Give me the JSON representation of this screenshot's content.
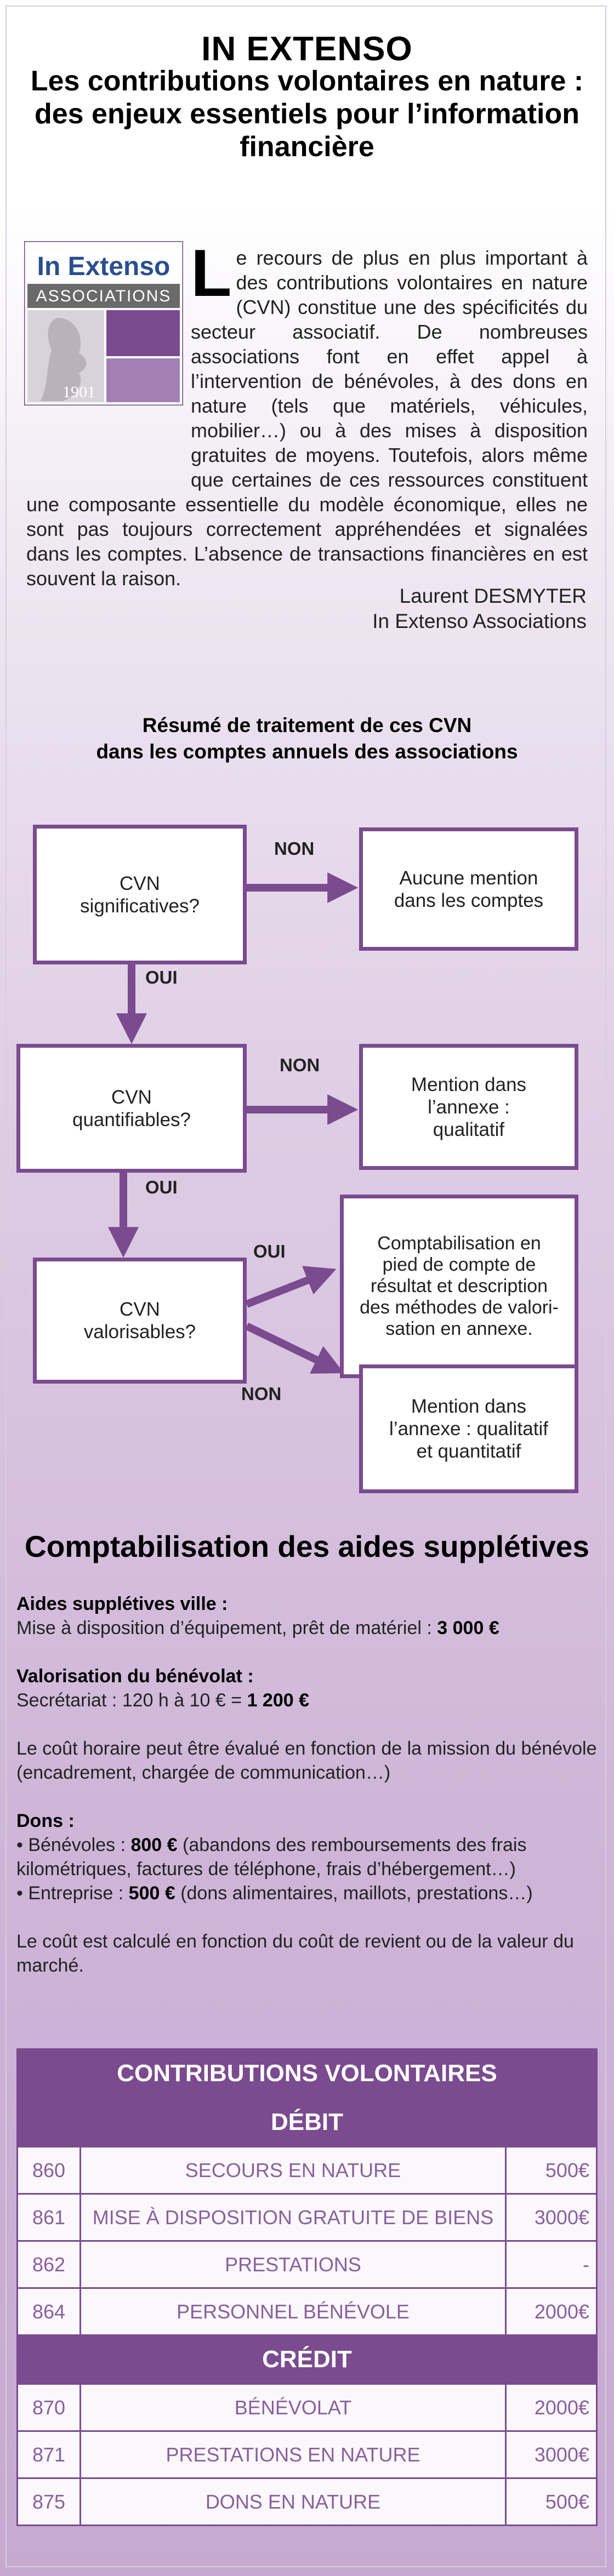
{
  "header": {
    "brand": "IN EXTENSO",
    "title": "Les contributions volontaires en nature : des enjeux essentiels pour l’information financière"
  },
  "logo": {
    "line1": "In Extenso",
    "line2": "ASSOCIATIONS",
    "year": "1901"
  },
  "intro": {
    "dropcap": "L",
    "text": "e recours de plus en plus important à des contributions volontaires en nature (CVN) constitue une des spécificités du secteur associatif. De nombreuses associations font en effet appel à l’intervention de bénévoles, à des dons en nature (tels que matériels, véhicules, mobilier…) ou à des mises à disposition gratuites de moyens. Toutefois, alors même que certaines de ces ressources constituent une composante essentielle du modèle économique, elles ne sont pas toujours correctement appréhendées et signalées dans les comptes. L’absence de transactions financières en est souvent la raison."
  },
  "signature": {
    "name": "Laurent DESMYTER",
    "org": "In Extenso Associations"
  },
  "diagram": {
    "title_line1": "Résumé de traitement de ces CVN",
    "title_line2": "dans les comptes annuels des associations",
    "q1": [
      "CVN",
      "significatives?"
    ],
    "q2": [
      "CVN",
      "quantifiables?"
    ],
    "q3": [
      "CVN",
      "valorisables?"
    ],
    "r1": [
      "Aucune mention",
      "dans les comptes"
    ],
    "r2": [
      "Mention dans",
      "l’annexe :",
      "qualitatif"
    ],
    "r3": [
      "Comptabilisation en",
      "pied de compte de",
      "résultat et description",
      "des méthodes de valori-",
      "sation en annexe."
    ],
    "r4": [
      "Mention dans",
      "l’annexe : qualitatif",
      "et quantitatif"
    ],
    "non": "NON",
    "oui": "OUI"
  },
  "section": {
    "title": "Comptabilisation des aides supplétives",
    "ville_label": "Aides supplétives ville :",
    "ville_text": "Mise à disposition d’équipement, prêt de matériel : ",
    "ville_value": "3 000 €",
    "benevolat_label": "Valorisation du bénévolat :",
    "benevolat_text": "Secrétariat : 120 h à 10 € = ",
    "benevolat_value": "1 200 €",
    "cout_horaire": "Le coût horaire peut être évalué en fonction de la mission du bénévole (encadrement, chargée de communication…)",
    "dons_label": "Dons :",
    "benevoles_prefix": "• Bénévoles : ",
    "benevoles_value": "800 €",
    "benevoles_text": " (abandons des remboursements des frais kilométriques, factures de téléphone, frais d’hébergement…)",
    "entreprise_prefix": "• Entreprise : ",
    "entreprise_value": "500 €",
    "entreprise_text": " (dons alimentaires, maillots, prestations…)",
    "cout_calcule": "Le coût est calculé en fonction du coût de revient ou de la valeur du marché."
  },
  "table": {
    "title": "CONTRIBUTIONS VOLONTAIRES",
    "debit_label": "DÉBIT",
    "credit_label": "CRÉDIT",
    "debit": [
      {
        "code": "860",
        "label": "SECOURS EN NATURE",
        "value": "500€"
      },
      {
        "code": "861",
        "label": "MISE À DISPOSITION GRATUITE DE BIENS",
        "value": "3000€"
      },
      {
        "code": "862",
        "label": "PRESTATIONS",
        "value": "-"
      },
      {
        "code": "864",
        "label": "PERSONNEL BÉNÉVOLE",
        "value": "2000€"
      }
    ],
    "credit": [
      {
        "code": "870",
        "label": "BÉNÉVOLAT",
        "value": "2000€"
      },
      {
        "code": "871",
        "label": "PRESTATIONS EN NATURE",
        "value": "3000€"
      },
      {
        "code": "875",
        "label": "DONS EN NATURE",
        "value": "500€"
      }
    ]
  }
}
